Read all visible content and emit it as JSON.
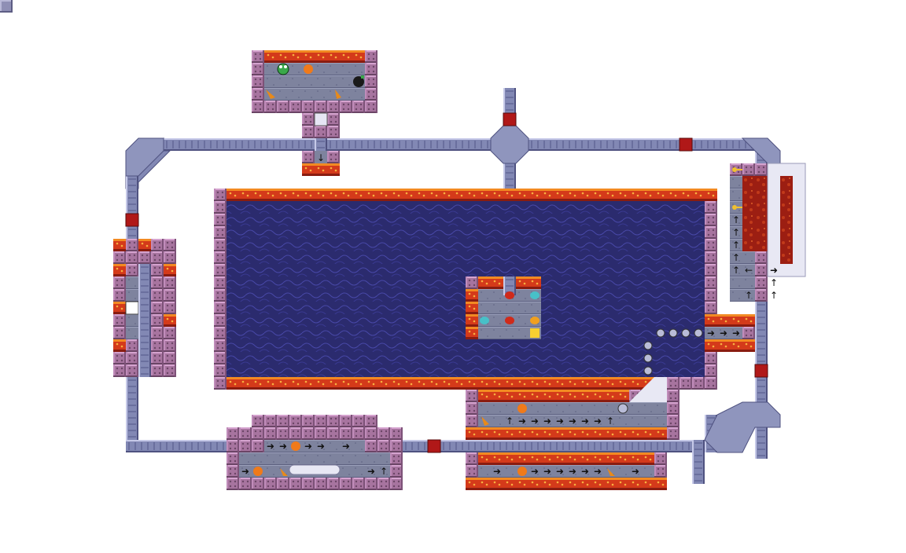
{
  "level": {
    "palette": {
      "water": "#2b2b6e",
      "water_line": "#4a4ab0",
      "lava": "#c8281c",
      "lava_hi": "#f07a1a",
      "wall": "#a7749f",
      "wall_hi": "#d5a3cf",
      "wall_lo": "#6b4566",
      "floor": "#7a7f99",
      "rail": "#8288b4",
      "rail_lo": "#4f5280",
      "rail_hi": "#c6c9e8",
      "bumper": "#b01818",
      "ice": "#e8e8f4"
    },
    "rooms": [
      {
        "name": "room-top-left"
      },
      {
        "name": "room-central-island"
      },
      {
        "name": "room-left-side"
      },
      {
        "name": "room-right-side"
      },
      {
        "name": "room-bottom-left"
      },
      {
        "name": "room-bottom-center"
      }
    ],
    "items": [
      {
        "name": "player-frog-icon"
      },
      {
        "name": "peach-icon"
      },
      {
        "name": "bomb-icon"
      },
      {
        "name": "carrot-icon"
      },
      {
        "name": "key-icon"
      },
      {
        "name": "marble-icon"
      },
      {
        "name": "blob-monster-icon"
      },
      {
        "name": "arrow-conveyor-icon"
      }
    ]
  }
}
